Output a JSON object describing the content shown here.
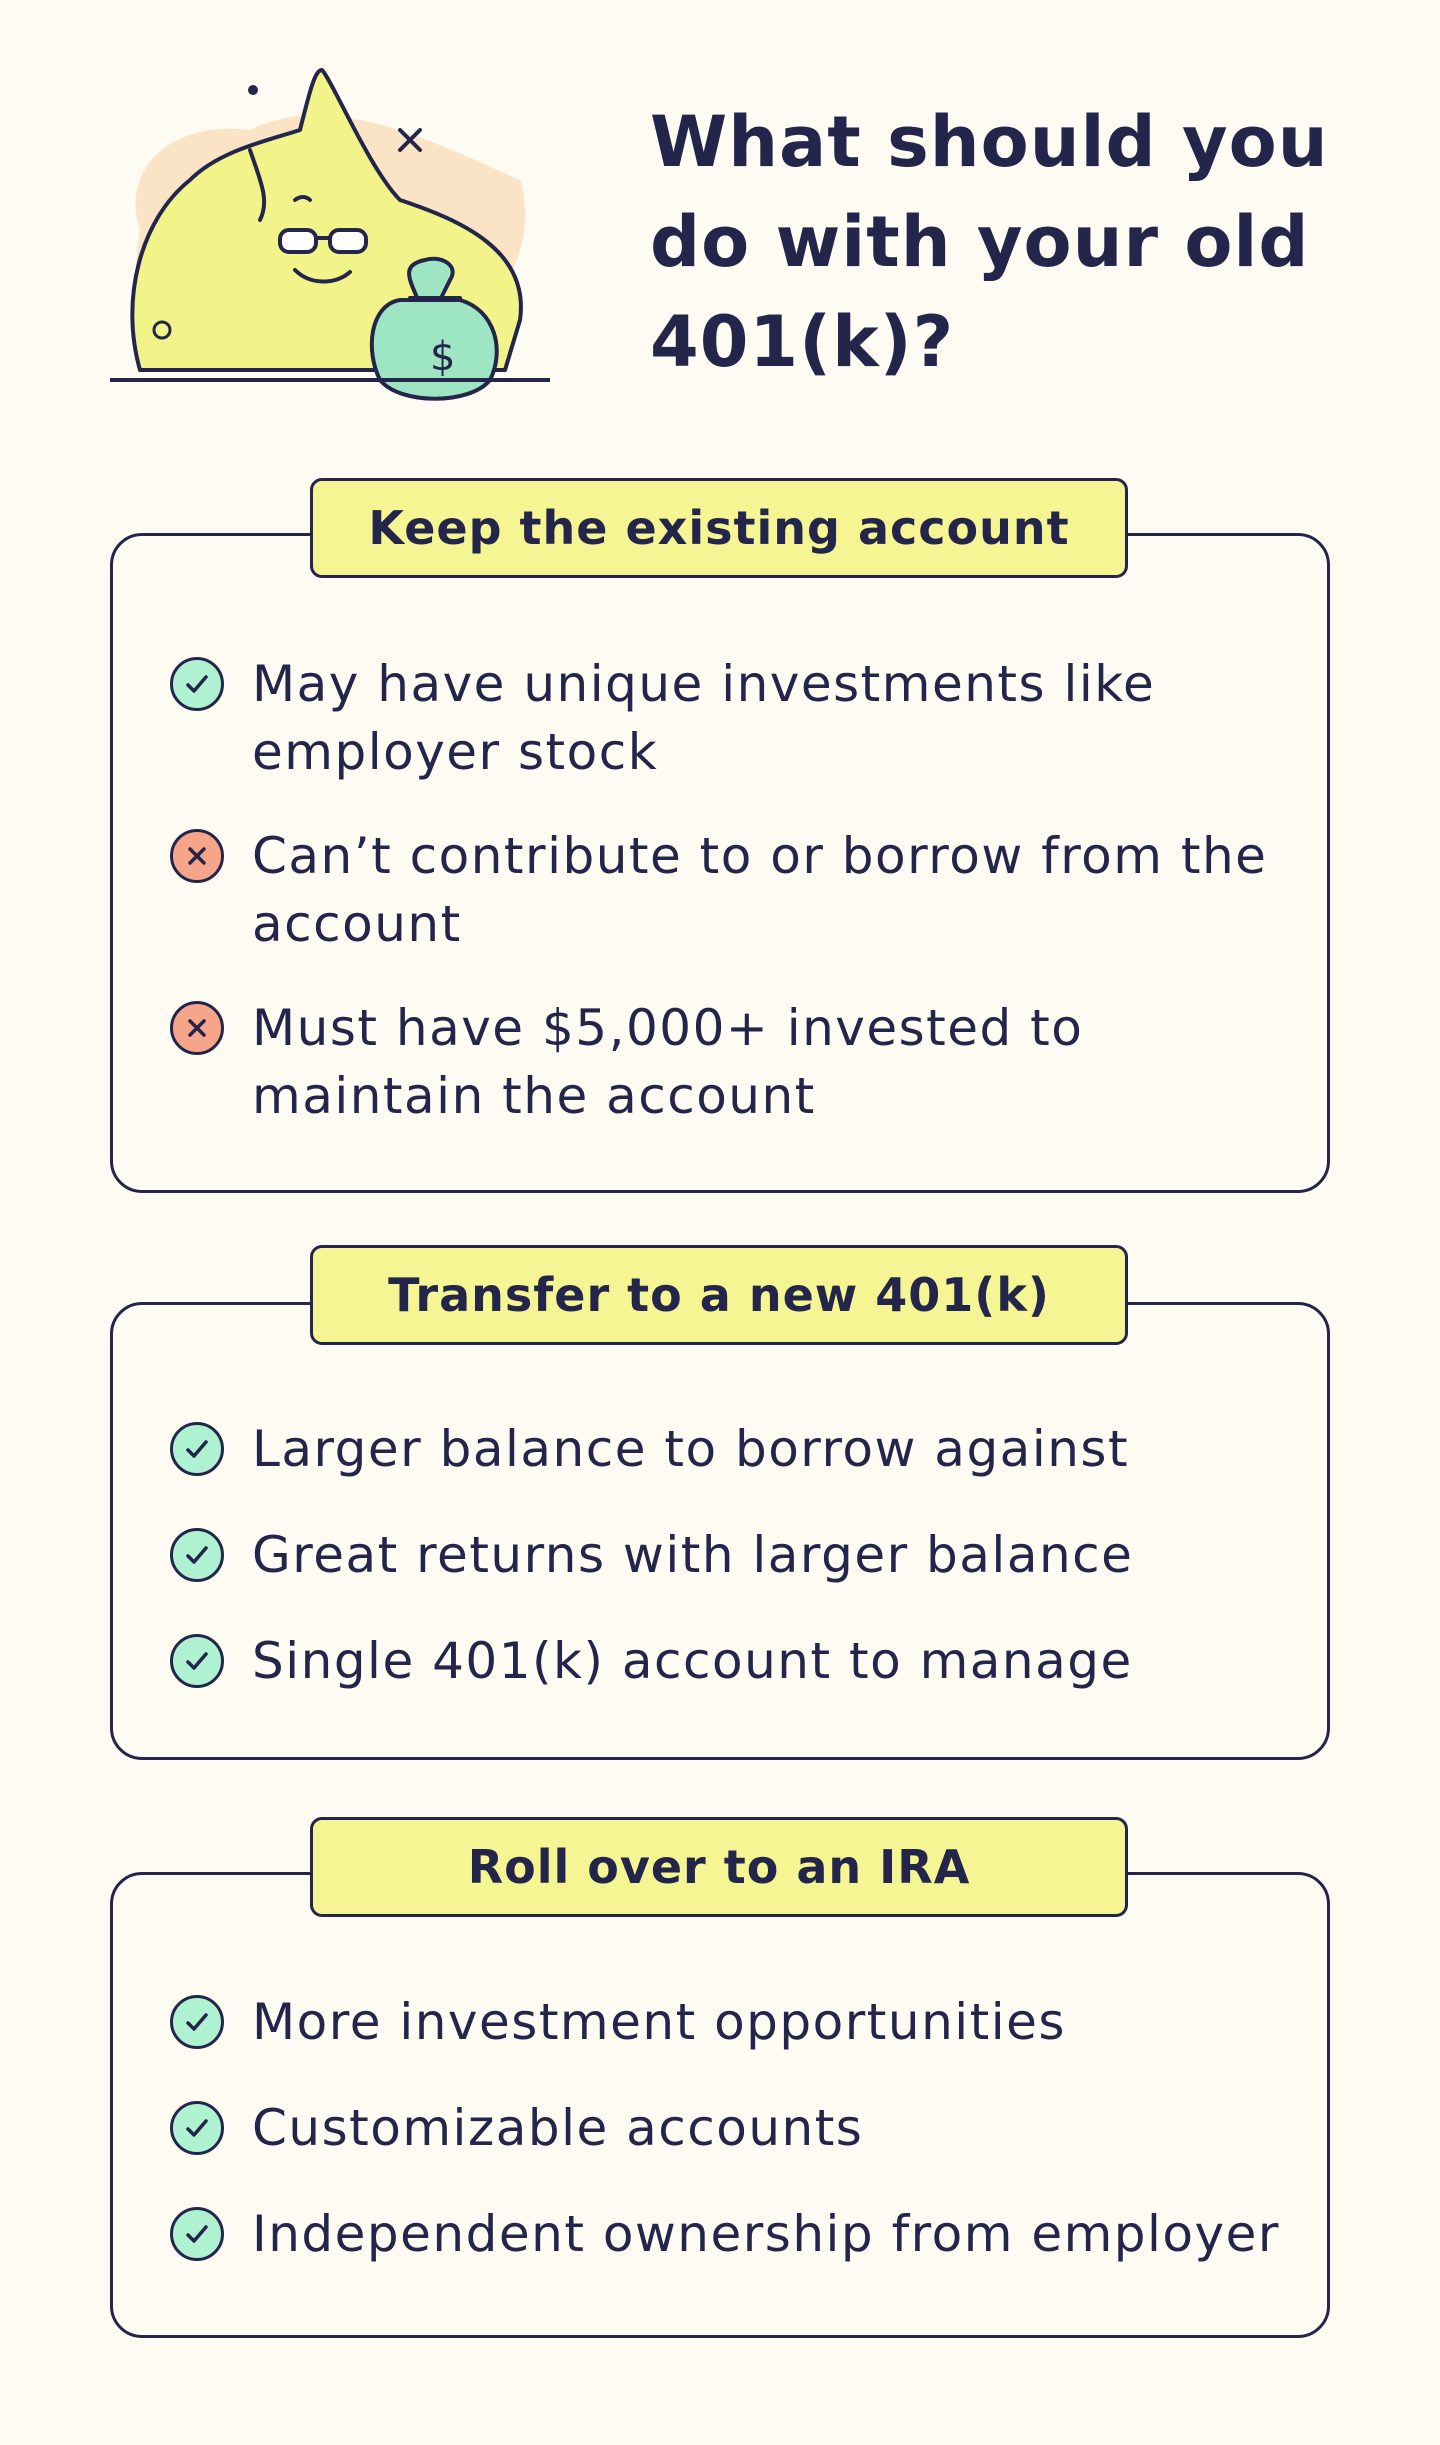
{
  "title": "What should you do with your old 401(k)?",
  "colors": {
    "background": "#fdfbf2",
    "ink": "#23254a",
    "tab_fill": "#f5f593",
    "check_fill": "#aef2d1",
    "cross_fill": "#f7a58a",
    "mascot_fill": "#f2f48a",
    "bag_fill": "#9ee6c3"
  },
  "cards": [
    {
      "heading": "Keep the existing account",
      "items": [
        {
          "icon": "check-icon",
          "text": "May have unique investments like employer stock"
        },
        {
          "icon": "cross-icon",
          "text": "Can’t contribute to or borrow from the account"
        },
        {
          "icon": "cross-icon",
          "text": "Must have $5,000+ invested to maintain the account"
        }
      ]
    },
    {
      "heading": "Transfer to a new 401(k)",
      "items": [
        {
          "icon": "check-icon",
          "text": "Larger balance to borrow against"
        },
        {
          "icon": "check-icon",
          "text": "Great returns with larger balance"
        },
        {
          "icon": "check-icon",
          "text": "Single 401(k) account to manage"
        }
      ]
    },
    {
      "heading": "Roll over to an IRA",
      "items": [
        {
          "icon": "check-icon",
          "text": "More investment opportunities"
        },
        {
          "icon": "check-icon",
          "text": "Customizable accounts"
        },
        {
          "icon": "check-icon",
          "text": "Independent ownership from employer"
        }
      ]
    }
  ]
}
